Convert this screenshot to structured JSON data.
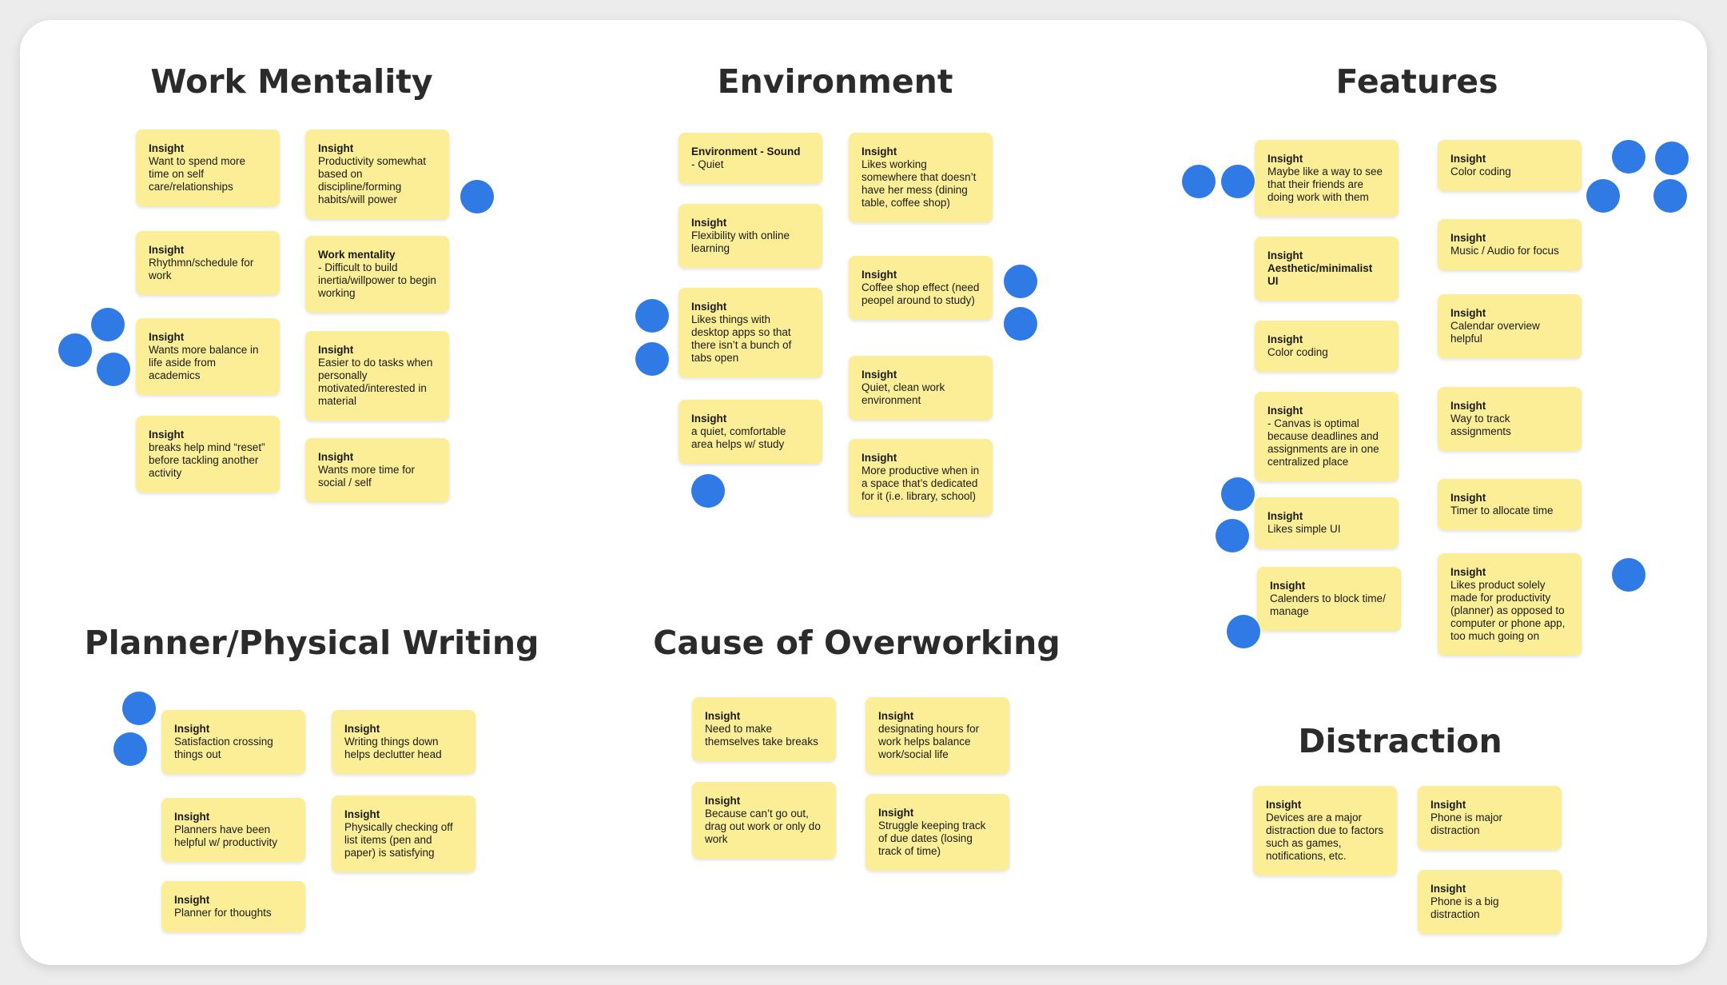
{
  "sections": [
    {
      "key": "work-mentality",
      "title": "Work Mentality"
    },
    {
      "key": "environment",
      "title": "Environment"
    },
    {
      "key": "features",
      "title": "Features"
    },
    {
      "key": "planner",
      "title": "Planner/Physical Writing"
    },
    {
      "key": "overworking",
      "title": "Cause of Overworking"
    },
    {
      "key": "distraction",
      "title": "Distraction"
    }
  ],
  "notes": [
    {
      "title": "Insight",
      "body": "Want to spend more time on self care/relationships"
    },
    {
      "title": "Insight",
      "body": "Rhythmn/schedule for work"
    },
    {
      "title": "Insight",
      "body": "Wants more balance in life aside from academics"
    },
    {
      "title": "Insight",
      "body": "breaks help mind “reset” before tackling another activity"
    },
    {
      "title": "Insight",
      "body": "Productivity somewhat based on discipline/forming habits/will power"
    },
    {
      "title": "Work mentality",
      "body": "- Difficult to build inertia/willpower to begin working"
    },
    {
      "title": "Insight",
      "body": "Easier to do tasks when personally motivated/interested in material"
    },
    {
      "title": "Insight",
      "body": "Wants more time for social / self"
    },
    {
      "title": "Environment - Sound",
      "body": "- Quiet"
    },
    {
      "title": "Insight",
      "body": "Flexibility with online learning"
    },
    {
      "title": "Insight",
      "body": "Likes things with desktop apps so that there isn’t a bunch of tabs open"
    },
    {
      "title": "Insight",
      "body": "a quiet, comfortable area helps w/ study"
    },
    {
      "title": "Insight",
      "body": "Likes working somewhere that doesn’t have her mess (dining table, coffee shop)"
    },
    {
      "title": "Insight",
      "body": "Coffee shop effect (need peopel around to study)"
    },
    {
      "title": "Insight",
      "body": "Quiet, clean work environment"
    },
    {
      "title": "Insight",
      "body": "More productive when in a space that’s dedicated for it (i.e. library, school)"
    },
    {
      "title": "Insight",
      "body": "Maybe like a way to see that their friends are doing work with them"
    },
    {
      "title": "Insight",
      "body": "Aesthetic/minimalist UI"
    },
    {
      "title": "Insight",
      "body": "Color coding"
    },
    {
      "title": "Insight",
      "body": "- Canvas is optimal because deadlines and assignments are in one centralized place"
    },
    {
      "title": "Insight",
      "body": "Likes simple UI"
    },
    {
      "title": "Insight",
      "body": "Calenders to block time/ manage"
    },
    {
      "title": "Insight",
      "body": "Color coding"
    },
    {
      "title": "Insight",
      "body": "Music / Audio for focus"
    },
    {
      "title": "Insight",
      "body": "Calendar overview helpful"
    },
    {
      "title": "Insight",
      "body": "Way to track assignments"
    },
    {
      "title": "Insight",
      "body": "Timer to allocate time"
    },
    {
      "title": "Insight",
      "body": "Likes product solely made for productivity (planner) as opposed to computer or phone app, too much going on"
    },
    {
      "title": "Insight",
      "body": "Satisfaction crossing things out"
    },
    {
      "title": "Insight",
      "body": "Planners have been helpful w/ productivity"
    },
    {
      "title": "Insight",
      "body": "Planner for thoughts"
    },
    {
      "title": "Insight",
      "body": "Writing things down helps declutter head"
    },
    {
      "title": "Insight",
      "body": "Physically checking off list items (pen and paper) is satisfying"
    },
    {
      "title": "Insight",
      "body": "Need to make themselves take breaks"
    },
    {
      "title": "Insight",
      "body": "Because can’t go out, drag out work or only do work"
    },
    {
      "title": "Insight",
      "body": "designating hours for work helps balance work/social life"
    },
    {
      "title": "Insight",
      "body": "Struggle keeping track of due dates (losing track of time)"
    },
    {
      "title": "Insight",
      "body": "Devices are a major distraction due to factors such as games, notifications, etc."
    },
    {
      "title": "Insight",
      "body": "Phone is major distraction"
    },
    {
      "title": "Insight",
      "body": "Phone is a big distraction"
    }
  ],
  "colors": {
    "note": "#fbee96",
    "dot": "#2f7ae5",
    "heading": "#2b2b2b",
    "board": "#ffffff"
  }
}
